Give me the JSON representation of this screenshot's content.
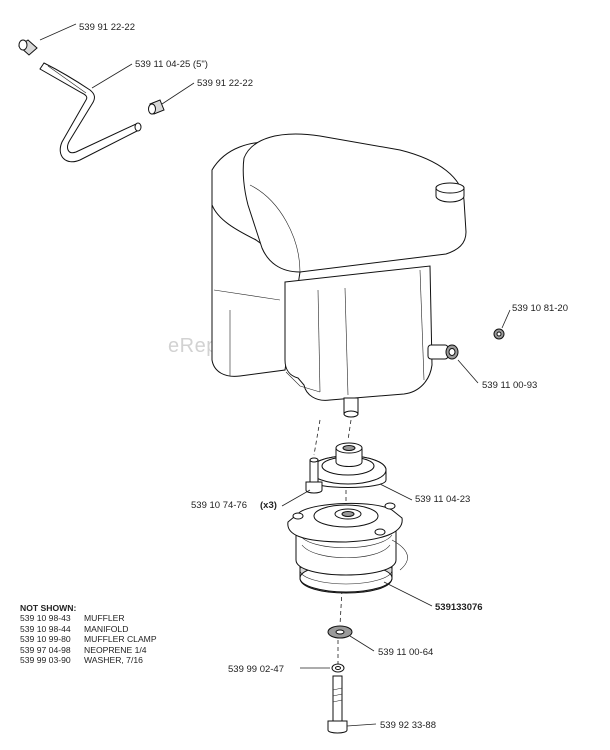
{
  "watermark": "eReplacementParts.com",
  "callouts": [
    {
      "id": "c1",
      "number": "539 91 22-22",
      "qty": ""
    },
    {
      "id": "c2",
      "number": "539 11 04-25 (5\")",
      "qty": ""
    },
    {
      "id": "c3",
      "number": "539 91 22-22",
      "qty": ""
    },
    {
      "id": "c4",
      "number": "539 10 81-20",
      "qty": ""
    },
    {
      "id": "c5",
      "number": "539 11 00-93",
      "qty": ""
    },
    {
      "id": "c6",
      "number": "539 10 74-76",
      "qty": "(x3)"
    },
    {
      "id": "c7",
      "number": "539 11 04-23",
      "qty": ""
    },
    {
      "id": "c8",
      "number": "539133076",
      "qty": ""
    },
    {
      "id": "c9",
      "number": "539 11 00-64",
      "qty": ""
    },
    {
      "id": "c10",
      "number": "539 99 02-47",
      "qty": ""
    },
    {
      "id": "c11",
      "number": "539 92 33-88",
      "qty": ""
    }
  ],
  "not_shown": {
    "heading": "NOT SHOWN:",
    "items": [
      {
        "number": "539 10 98-43",
        "name": "MUFFLER"
      },
      {
        "number": "539 10 98-44",
        "name": "MANIFOLD"
      },
      {
        "number": "539 10 99-80",
        "name": "MUFFLER CLAMP"
      },
      {
        "number": "539 97 04-98",
        "name": "NEOPRENE 1/4"
      },
      {
        "number": "539 99 03-90",
        "name": "WASHER, 7/16"
      }
    ]
  }
}
